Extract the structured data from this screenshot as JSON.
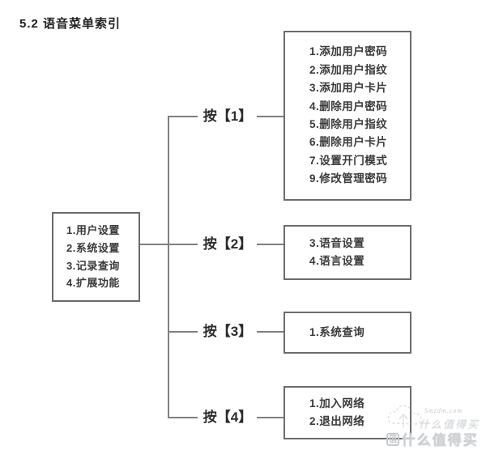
{
  "title": "5.2 语音菜单索引",
  "diagram": {
    "root_menu": {
      "items": [
        "1.用户设置",
        "2.系统设置",
        "3.记录查询",
        "4.扩展功能"
      ]
    },
    "branches": [
      {
        "label": "按【1】",
        "items": [
          "1.添加用户密码",
          "2.添加用户指纹",
          "3.添加用户卡片",
          "4.删除用户密码",
          "5.删除用户指纹",
          "6.删除用户卡片",
          "7.设置开门模式",
          "9.修改管理密码"
        ]
      },
      {
        "label": "按【2】",
        "items": [
          "3.语音设置",
          "4.语言设置"
        ]
      },
      {
        "label": "按【3】",
        "items": [
          "1.系统查询"
        ]
      },
      {
        "label": "按【4】",
        "items": [
          "1.加入网络",
          "2.退出网络"
        ]
      }
    ]
  },
  "watermark": {
    "logo_text": "值",
    "script_small": "Smzdm.com",
    "script_large": "什么值得买",
    "site_text": "什么值得买"
  },
  "colors": {
    "background": "#ffffff",
    "line": "#7f7f7f",
    "box_border": "#6b6b6b",
    "text": "#3a3a3a",
    "title": "#1f1f1f",
    "watermark": "#c9cccf"
  }
}
